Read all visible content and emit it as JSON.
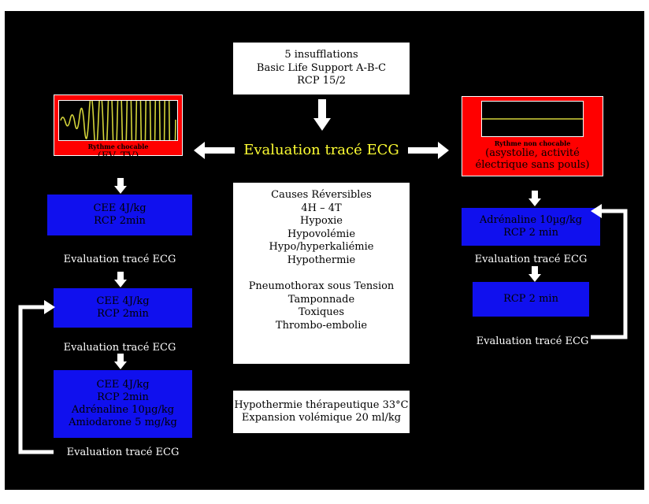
{
  "top_box": {
    "line1": "5 insufflations",
    "line2": "Basic Life Support A-B-C",
    "line3": "RCP 15/2"
  },
  "center_title": "Evaluation tracé ECG",
  "left_red": {
    "title": "Rythme chocable",
    "subtitle": "(FV, TV)"
  },
  "right_red": {
    "title": "Rythme non chocable",
    "line1": "(asystolie, activité",
    "line2": "électrique sans pouls)"
  },
  "left_steps": [
    {
      "lines": [
        "CEE 4J/kg",
        "RCP 2min"
      ]
    },
    {
      "lines": [
        "CEE 4J/kg",
        "RCP 2min"
      ]
    },
    {
      "lines": [
        "CEE 4J/kg",
        "RCP 2min",
        "Adrénaline 10µg/kg",
        "Amiodarone 5 mg/kg"
      ]
    }
  ],
  "left_evals": [
    "Evaluation tracé ECG",
    "Evaluation tracé ECG",
    "Evaluation tracé ECG"
  ],
  "right_steps": [
    {
      "lines": [
        "Adrénaline 10µg/kg",
        "RCP 2 min"
      ]
    },
    {
      "lines": [
        "RCP 2 min"
      ]
    }
  ],
  "right_evals": [
    "Evaluation tracé ECG",
    "Evaluation tracé ECG"
  ],
  "causes": {
    "lines1": [
      "Causes Réversibles",
      "4H – 4T",
      "Hypoxie",
      "Hypovolémie",
      "Hypo/hyperkaliémie",
      "Hypothermie"
    ],
    "lines2": [
      "Pneumothorax sous Tension",
      "Tamponnade",
      "Toxiques",
      "Thrombo-embolie"
    ]
  },
  "bottom_box": {
    "line1": "Hypothermie thérapeutique 33°C",
    "line2": "Expansion volémique 20 ml/kg"
  },
  "colors": {
    "background": "#000000",
    "step_blue": "#1010ee",
    "rhythm_red": "#ff0000",
    "title_yellow": "#ffff33",
    "ecg_trace": "#d4d43a"
  }
}
